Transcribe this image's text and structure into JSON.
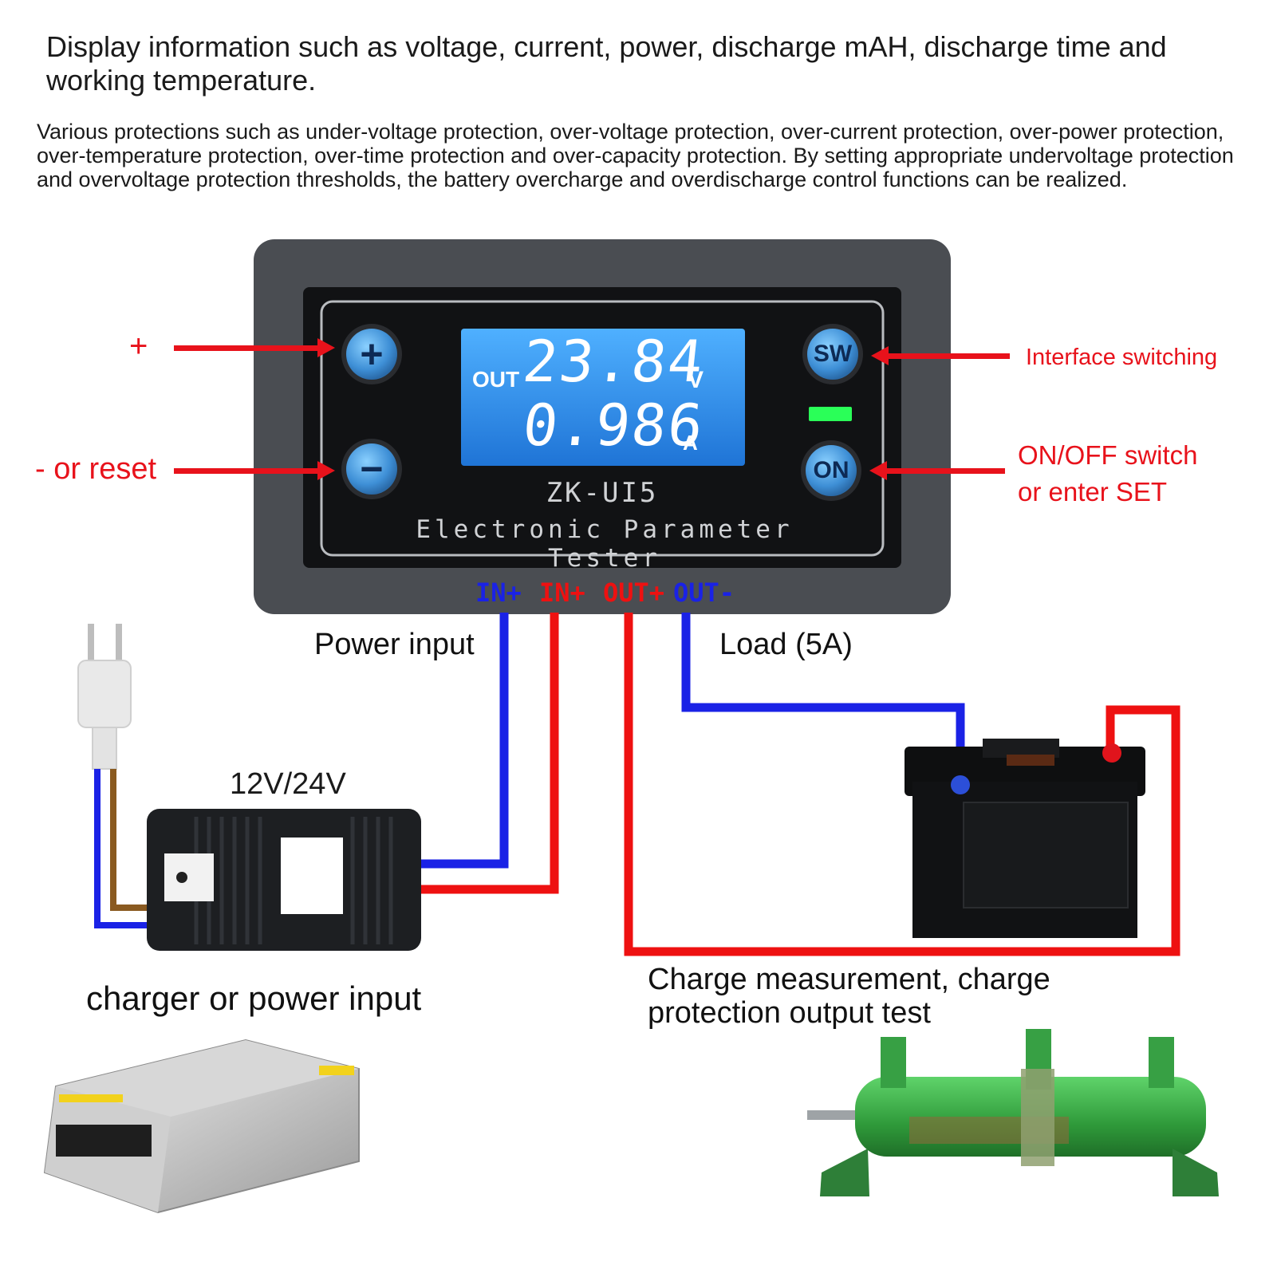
{
  "headline": "Display information such as voltage, current, power, discharge mAH, discharge time and working temperature.",
  "paragraph": "Various protections such as under-voltage protection, over-voltage protection, over-current protection, over-power protection, over-temperature protection, over-time protection and over-capacity protection. By setting appropriate undervoltage protection and overvoltage protection thresholds, the battery overcharge and overdischarge control functions can be realized.",
  "device": {
    "lcd_out": "OUT",
    "lcd_voltage": "23.84",
    "lcd_voltage_unit": "V",
    "lcd_current": "0.986",
    "lcd_current_unit": "A",
    "model": "ZK-UI5",
    "name": "Electronic Parameter Tester",
    "btn_plus": "+",
    "btn_minus": "−",
    "btn_sw": "SW",
    "btn_on": "ON",
    "terminals": [
      "IN+",
      "IN+",
      "OUT+",
      "OUT-"
    ]
  },
  "annotations": {
    "plus": "+",
    "minus": "- or reset",
    "interface": "Interface switching",
    "onoff_1": "ON/OFF switch",
    "onoff_2": "or enter SET",
    "power_input": "Power input",
    "load": "Load (5A)",
    "adapter_voltage": "12V/24V",
    "charger": "charger or power input",
    "charge_1": "Charge measurement, charge",
    "charge_2": "protection output test"
  },
  "colors": {
    "arrow_red": "#e8121b",
    "wire_blue": "#1a22e6",
    "wire_red": "#ee1111",
    "lcd_blue": "#2f8fe6",
    "panel_gray": "#4a4d52"
  }
}
